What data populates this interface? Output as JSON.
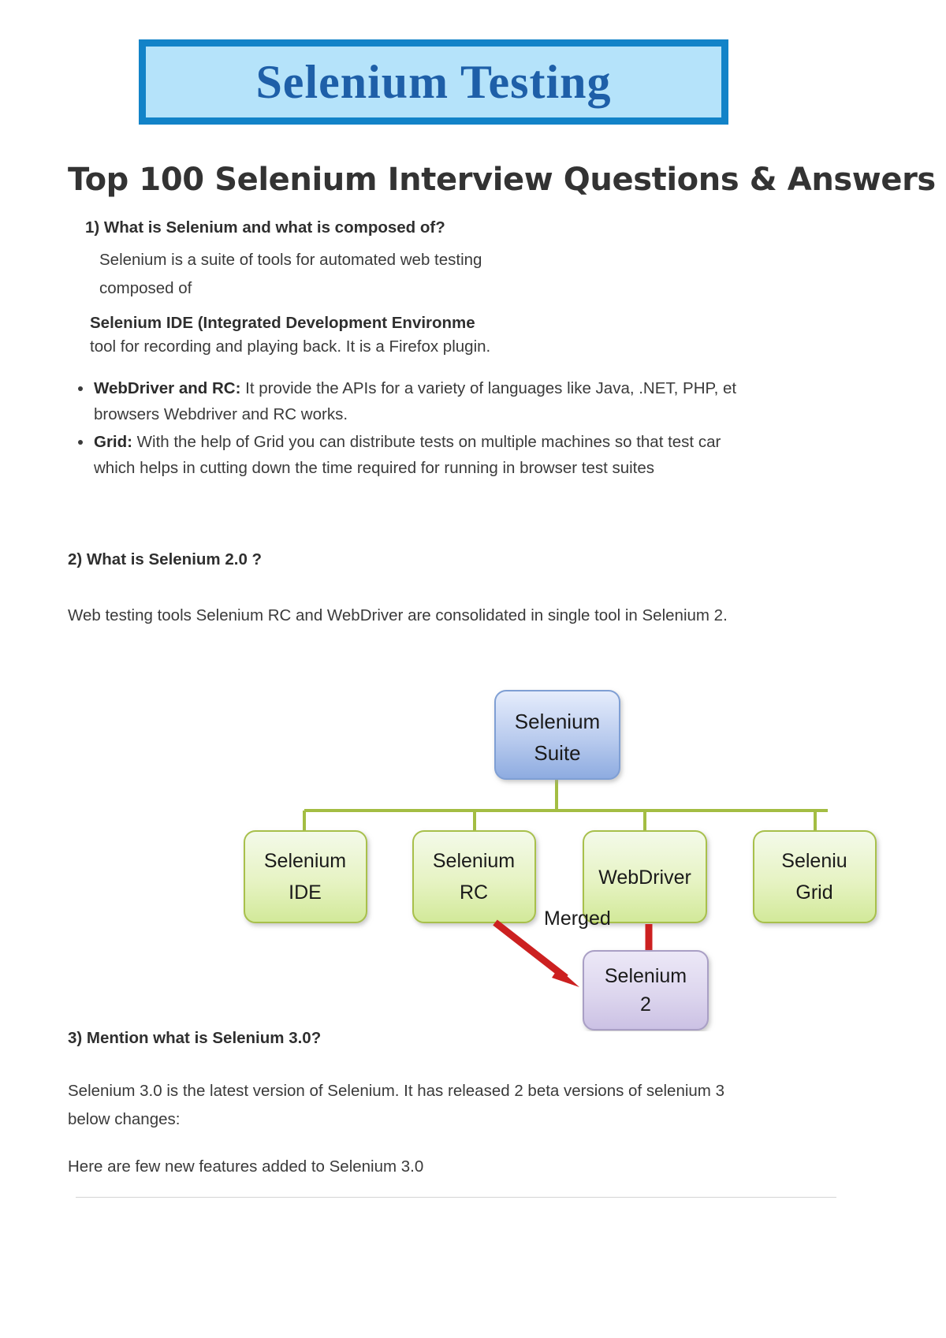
{
  "banner": {
    "title": "Selenium Testing",
    "border_color": "#1283c8",
    "fill_color": "#b5e3fa",
    "text_color": "#1e5fa8"
  },
  "page": {
    "title": "Top 100 Selenium Interview Questions & Answers"
  },
  "q1": {
    "heading": "1) What is Selenium and what is composed of?",
    "line1": "Selenium is a suite of tools for automated web testing",
    "line2": "composed of",
    "ide_bold": "Selenium IDE (Integrated Development Environme",
    "ide_line2": "tool for recording and playing back. It is a Firefox plugin.",
    "bullets": [
      {
        "label": "WebDriver and RC:",
        "line1": " It provide the APIs for a variety of languages like Java, .NET, PHP, et",
        "line2": "browsers Webdriver and RC works."
      },
      {
        "label": "Grid:",
        "line1": " With the help of Grid you can distribute tests on multiple machines so that test car",
        "line2": "which helps in cutting down the time required for running in browser test suites"
      }
    ]
  },
  "q2": {
    "heading": "2) What is Selenium 2.0 ?",
    "paragraph": "Web testing tools Selenium RC and WebDriver are consolidated in single tool in Selenium 2."
  },
  "q3": {
    "heading": "3) Mention what is Selenium 3.0?",
    "paragraph_line1": "Selenium 3.0 is the latest version of Selenium. It has released 2 beta versions of selenium 3",
    "paragraph_line2": "below changes:",
    "paragraph2": "Here are few new features added to Selenium 3.0"
  },
  "diagram": {
    "root": {
      "line1": "Selenium",
      "line2": "Suite"
    },
    "children": [
      {
        "line1": "Selenium",
        "line2": "IDE"
      },
      {
        "line1": "Selenium",
        "line2": "RC"
      },
      {
        "line1": "WebDriver",
        "line2": ""
      },
      {
        "line1": "Seleniu",
        "line2": "Grid"
      }
    ],
    "merged_label": "Merged",
    "merged_node": {
      "line1": "Selenium",
      "line2": "2"
    },
    "colors": {
      "root_fill_top": "#e4ecfb",
      "root_fill_bottom": "#8eaade",
      "root_border": "#7f9fd4",
      "child_fill_top": "#f2f8e2",
      "child_fill_bottom": "#d4ea9e",
      "child_border": "#a8c04c",
      "connector": "#a3bd43",
      "arrow": "#cc2020",
      "merged_fill_top": "#eae6f5",
      "merged_fill_bottom": "#cfc6e6",
      "merged_border": "#a99fc5"
    }
  }
}
